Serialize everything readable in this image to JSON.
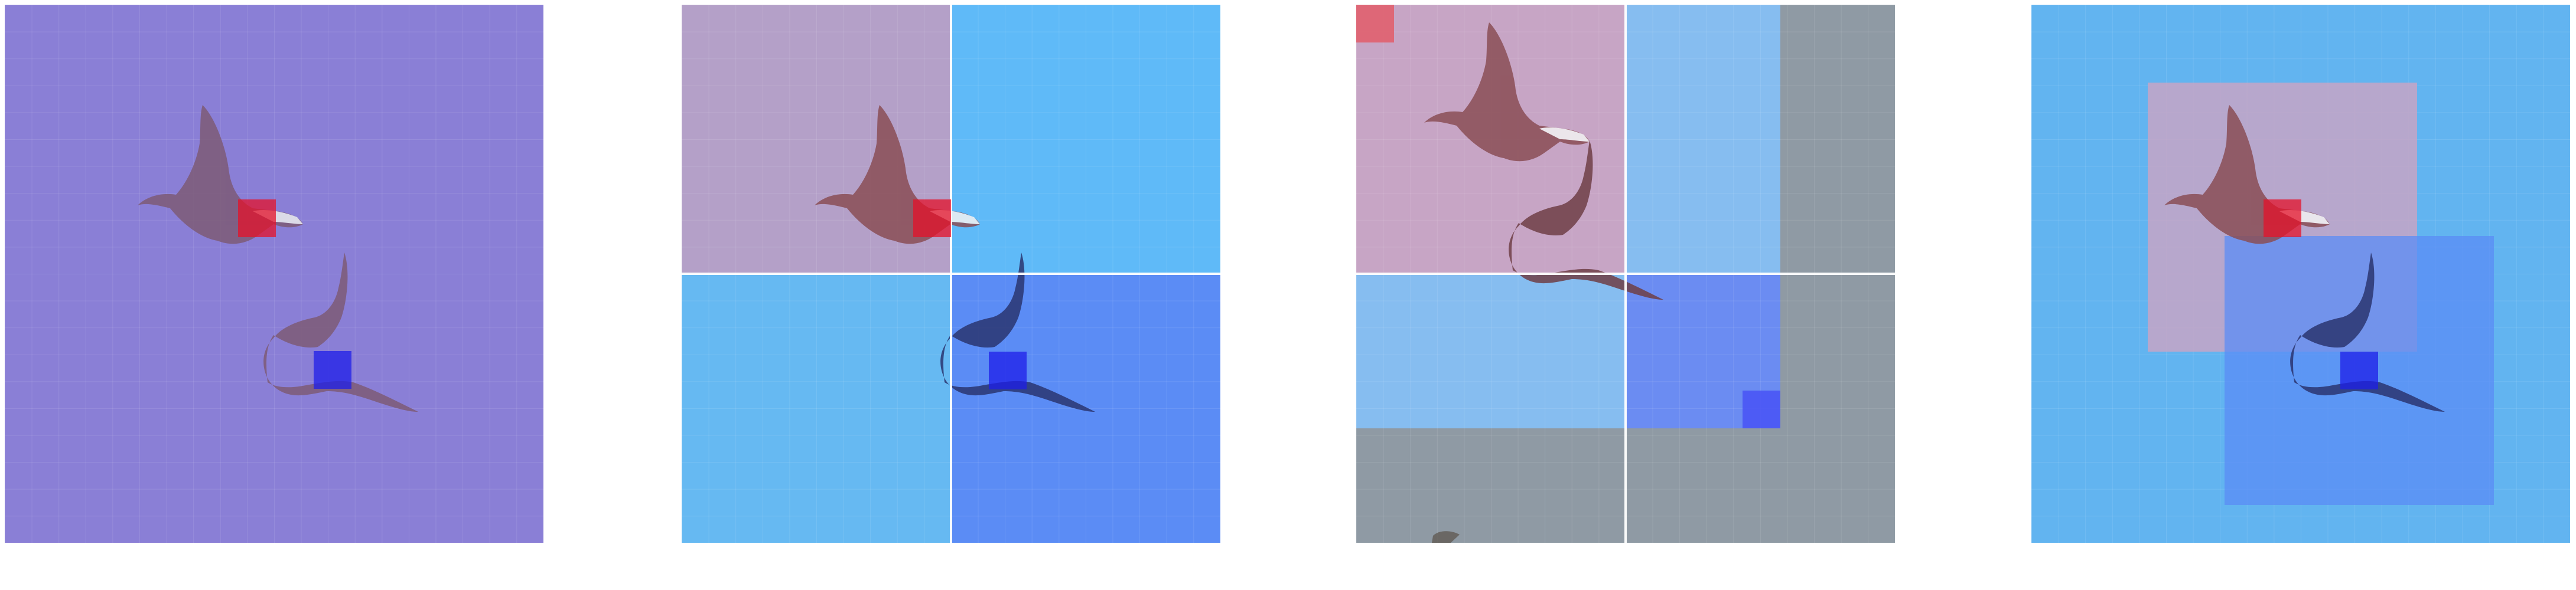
{
  "figure": {
    "panels": [
      {
        "id": "single-crop",
        "background_color": "#8a7fd6",
        "birds_visible": true,
        "regions": [],
        "markers": [
          {
            "id": "red-center",
            "color": "#e4122a"
          },
          {
            "id": "blue-center",
            "color": "#1e1ee8"
          }
        ]
      },
      {
        "id": "quadrant-split",
        "background_color": "#62b4f0",
        "birds_visible": true,
        "regions": [
          {
            "id": "top-left",
            "color": "#b4a0c8"
          },
          {
            "id": "top-right",
            "color": "#5fbaf8"
          },
          {
            "id": "bottom-left",
            "color": "#66b9f2"
          },
          {
            "id": "bottom-right",
            "color": "#5b8cf5"
          }
        ],
        "markers": [
          {
            "id": "red-center",
            "color": "#e4122a"
          },
          {
            "id": "blue-center",
            "color": "#1e1ee8"
          }
        ]
      },
      {
        "id": "shifted-grid",
        "background_color": "#8f9aa4",
        "birds_visible": true,
        "regions": [
          {
            "id": "top-left",
            "color": "#c7a5c5"
          },
          {
            "id": "top-right",
            "color": "#86bdf0"
          },
          {
            "id": "bottom-left",
            "color": "#86bdf0"
          },
          {
            "id": "bottom-right",
            "color": "#6b8cf2"
          }
        ],
        "markers": [
          {
            "id": "red-corner",
            "color": "#e0606e"
          },
          {
            "id": "blue-corner",
            "color": "#4a55f5"
          }
        ]
      },
      {
        "id": "overlapping-crops",
        "background_color": "#62b4f0",
        "birds_visible": true,
        "regions": [
          {
            "id": "red-crop",
            "color": "#c7a5c5"
          },
          {
            "id": "blue-crop",
            "color": "#5b8cf5"
          }
        ],
        "markers": [
          {
            "id": "red-center",
            "color": "#e4122a"
          },
          {
            "id": "blue-center",
            "color": "#1e1ee8"
          }
        ]
      }
    ]
  }
}
